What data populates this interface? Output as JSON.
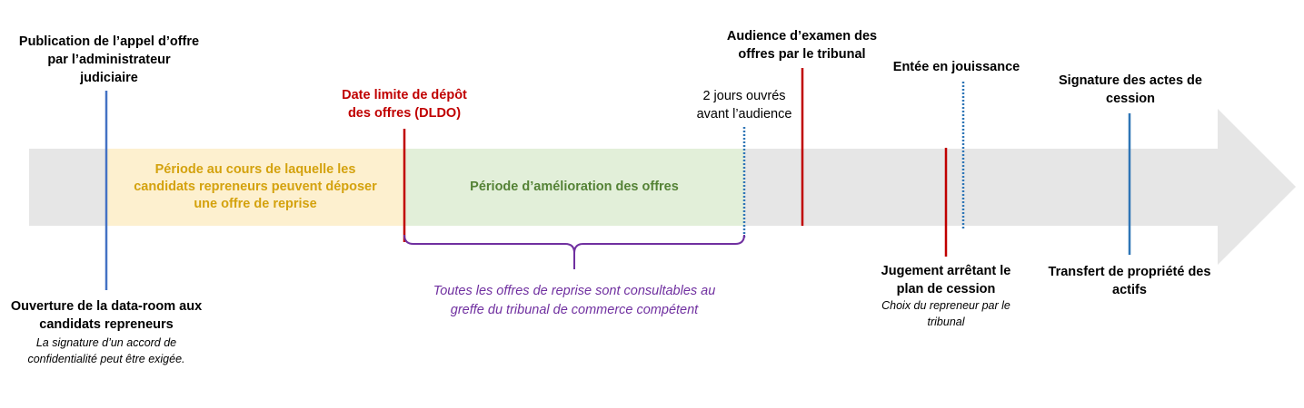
{
  "colors": {
    "arrow": "#e6e6e6",
    "blue": "#4472c4",
    "red": "#c00000",
    "dark_blue": "#2e75b6",
    "yellow_fill": "#fdf0cf",
    "yellow_text": "#d4a20e",
    "green_fill": "#e2efd9",
    "green_text": "#548235",
    "purple": "#7030a0"
  },
  "periods": {
    "candidates": "Période au cours de laquelle les candidats repreneurs peuvent déposer une offre de reprise",
    "improvement": "Période d’amélioration des offres"
  },
  "events": {
    "publication": "Publication de l’appel d’offre par l’administrateur judiciaire",
    "dataroom": "Ouverture de la data-room aux candidats repreneurs",
    "dataroom_note": "La signature d’un accord de confidentialité peut être exigée.",
    "dldo": "Date limite de dépôt des offres (DLDO)",
    "two_days": "2 jours ouvrés avant l’audience",
    "hearing": "Audience d’examen des offres par le tribunal",
    "judgment": "Jugement arrêtant le plan de cession",
    "judgment_note": "Choix du repreneur par le tribunal",
    "enjoyment": "Entée en jouissance",
    "signature": "Signature des actes de cession",
    "transfer": "Transfert de propriété des actifs"
  },
  "brace_note": "Toutes les offres de reprise sont consultables au greffe du tribunal de commerce compétent"
}
